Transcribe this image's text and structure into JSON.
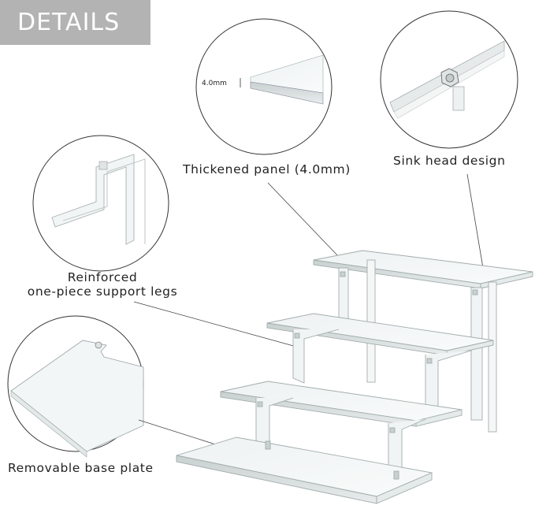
{
  "badge": {
    "text": "DETAILS",
    "color": "#b3b3b3"
  },
  "callouts": {
    "panel": {
      "label": "Thickened panel (4.0mm)",
      "dimension": "4.0mm"
    },
    "sink": {
      "label": "Sink head design"
    },
    "legs": {
      "line1": "Reinforced",
      "line2": "one-piece support legs"
    },
    "base": {
      "label": "Removable base plate"
    }
  },
  "product": {
    "icon": "acrylic-4-tier-riser-stand"
  }
}
